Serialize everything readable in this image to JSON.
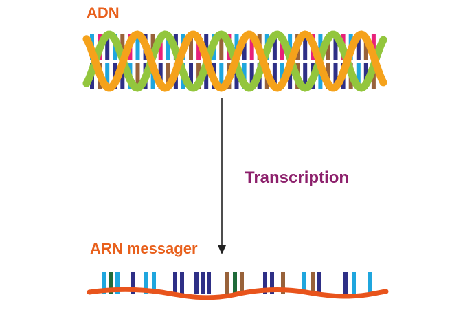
{
  "labels": {
    "dna": "ADN",
    "mrna": "ARN messager",
    "process": "Transcription"
  },
  "colors": {
    "label_orange": "#e8601c",
    "process_purple": "#8c1f6b",
    "strand_orange": "#f5a21b",
    "strand_green": "#93c63d",
    "rna_backbone": "#e8541c",
    "arrow": "#222222",
    "base_cyan": "#1fa6de",
    "base_navy": "#2e2f86",
    "base_brown": "#98623a",
    "base_magenta": "#e8217a",
    "base_green": "#1f6b3a"
  },
  "dna_bases_top": [
    "cyan",
    "magenta",
    "navy",
    "cyan",
    "brown",
    "magenta",
    "cyan",
    "navy",
    "brown",
    "magenta",
    "cyan",
    "navy",
    "cyan",
    "brown",
    "magenta",
    "navy",
    "cyan",
    "brown",
    "magenta",
    "cyan",
    "navy",
    "magenta",
    "brown",
    "cyan",
    "navy",
    "magenta",
    "cyan",
    "brown",
    "navy",
    "magenta",
    "cyan",
    "brown",
    "navy",
    "magenta",
    "cyan",
    "navy",
    "brown",
    "magenta"
  ],
  "dna_bases_bottom": [
    "navy",
    "brown",
    "cyan",
    "navy",
    "navy",
    "cyan",
    "brown",
    "navy",
    "cyan",
    "navy",
    "brown",
    "navy",
    "cyan",
    "navy",
    "brown",
    "navy",
    "navy",
    "cyan",
    "brown",
    "navy",
    "cyan",
    "navy",
    "navy",
    "brown",
    "navy",
    "cyan",
    "navy",
    "brown",
    "navy",
    "navy",
    "cyan",
    "brown",
    "navy",
    "navy",
    "brown",
    "cyan",
    "navy",
    "brown"
  ],
  "rna_bases": [
    "cyan",
    "green",
    "cyan",
    "navy",
    "cyan",
    "cyan",
    "navy",
    "navy",
    "navy",
    "navy",
    "navy",
    "brown",
    "green",
    "brown",
    "navy",
    "navy",
    "brown",
    "cyan",
    "brown",
    "navy",
    "navy",
    "cyan",
    "cyan"
  ]
}
